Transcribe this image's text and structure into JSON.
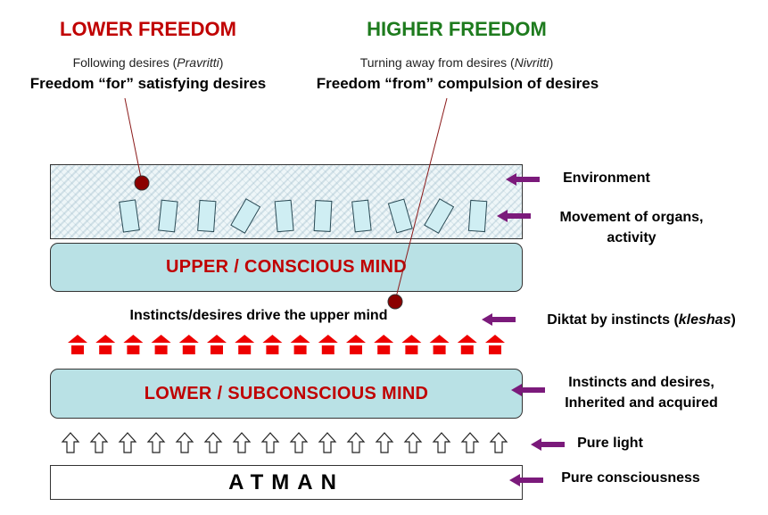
{
  "lower_freedom": {
    "heading": "LOWER FREEDOM",
    "subtitle_plain": "Following desires (",
    "subtitle_italic": "Pravritti",
    "subtitle_close": ")",
    "bold_line": "Freedom “for” satisfying desires"
  },
  "higher_freedom": {
    "heading": "HIGHER FREEDOM",
    "subtitle_plain": "Turning away from desires (",
    "subtitle_italic": "Nivritti",
    "subtitle_close": ")",
    "bold_line": "Freedom “from” compulsion of desires"
  },
  "layers": {
    "upper_mind": "UPPER / CONSCIOUS MIND",
    "middle_text": "Instincts/desires drive the upper mind",
    "lower_mind": "LOWER / SUBCONSCIOUS MIND",
    "atman": "ATMAN"
  },
  "labels": {
    "environment": "Environment",
    "movement_line1": "Movement of organs,",
    "movement_line2": "activity",
    "diktat_plain": "Diktat by instincts (",
    "diktat_italic": "kleshas",
    "diktat_close": ")",
    "instincts_line1": "Instincts and desires,",
    "instincts_line2": "Inherited and acquired",
    "pure_light": "Pure light",
    "pure_consciousness": "Pure consciousness"
  },
  "counts": {
    "organ_shapes": 10,
    "red_house_arrows": 16,
    "light_arrows": 16
  },
  "colors": {
    "lower_heading": "#c00000",
    "higher_heading": "#1e7b1e",
    "mind_text": "#c00000",
    "mind_fill": "#b9e1e5",
    "arrow_purple": "#7b1a7b",
    "dot": "#8b0000",
    "red_arrow": "#ee0000"
  }
}
